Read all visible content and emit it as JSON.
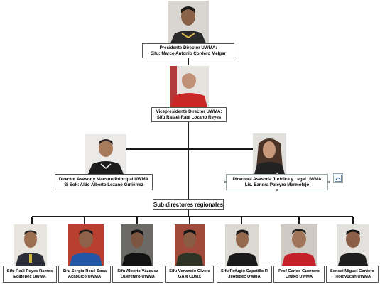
{
  "president": {
    "line1": "Presidente Director UWMA:",
    "line2": "Sifu: Marco Antonio Cordero Melgar"
  },
  "vice_president": {
    "line1": "Vicepresidente Director UWMA:",
    "line2": "Sifu Rafael Raúl Lozano Reyes"
  },
  "advisor": {
    "line1": "Director Asesor y Maestro Principal UWMA",
    "line2": "Si Sok: Aldo Alberto Lozano Gutiérrez"
  },
  "legal": {
    "line1": "Directora Asesoría Jurídica y Legal UWMA",
    "line2": "Lic. Sandra Pateyro Marmolejo"
  },
  "sub_directors_title": "Sub directores regionales",
  "regional": [
    {
      "line1": "Sifu Raúl Reyes Ramos",
      "line2": "Ecatepec UWMA"
    },
    {
      "line1": "Sifu Sergio René Sosa",
      "line2": "Acapulco UWMA"
    },
    {
      "line1": "Sifu Alberto Vázquez",
      "line2": "Querétaro UWMA"
    },
    {
      "line1": "Sifu Venancio Olvera",
      "line2": "GAM  CDMX"
    },
    {
      "line1": "Sifu Refugio Capetillo R",
      "line2": "Jilotepec UWMA"
    },
    {
      "line1": "Prof Carlos Guerrero",
      "line2": "Chako UWMA"
    },
    {
      "line1": "Sensei Miguel Cantero",
      "line2": "Teoloyucan UWMA"
    }
  ],
  "icons": {
    "layout_options": "layout-options-icon"
  },
  "colors": {
    "connector": "#1a1a1a",
    "box_border": "#555555"
  }
}
